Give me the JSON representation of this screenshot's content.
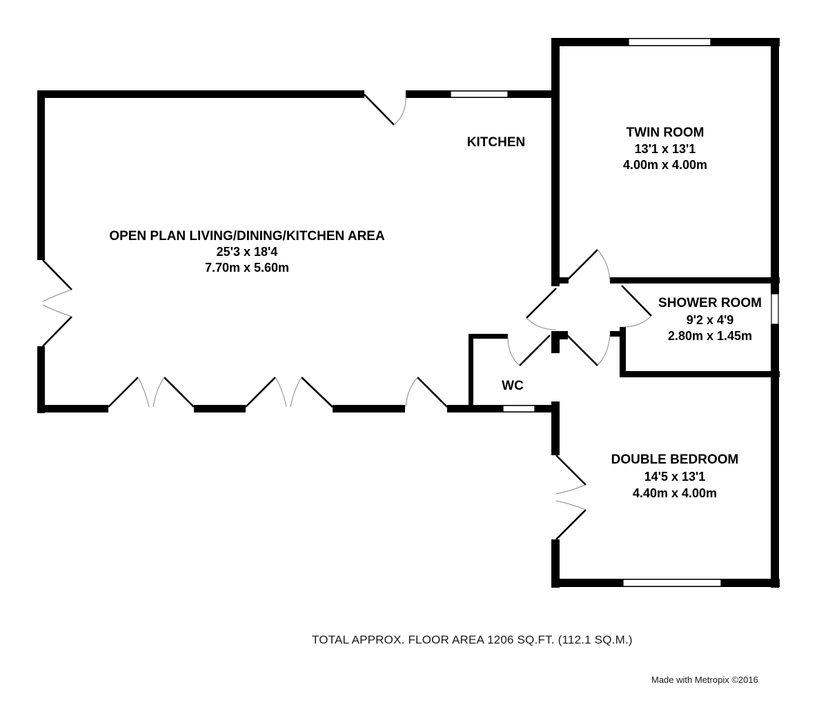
{
  "rooms": {
    "open_plan": {
      "name": "OPEN PLAN LIVING/DINING/KITCHEN AREA",
      "imperial": "25'3 x 18'4",
      "metric": "7.70m x 5.60m"
    },
    "kitchen": {
      "name": "KITCHEN"
    },
    "twin_room": {
      "name": "TWIN ROOM",
      "imperial": "13'1 x 13'1",
      "metric": "4.00m x 4.00m"
    },
    "shower_room": {
      "name": "SHOWER ROOM",
      "imperial": "9'2 x 4'9",
      "metric": "2.80m x 1.45m"
    },
    "wc": {
      "name": "WC"
    },
    "double_bedroom": {
      "name": "DOUBLE BEDROOM",
      "imperial": "14'5 x 13'1",
      "metric": "4.40m x 4.00m"
    }
  },
  "footer": {
    "total_area": "TOTAL APPROX. FLOOR AREA 1206 SQ.FT. (112.1 SQ.M.)",
    "credit": "Made with Metropix ©2016"
  }
}
